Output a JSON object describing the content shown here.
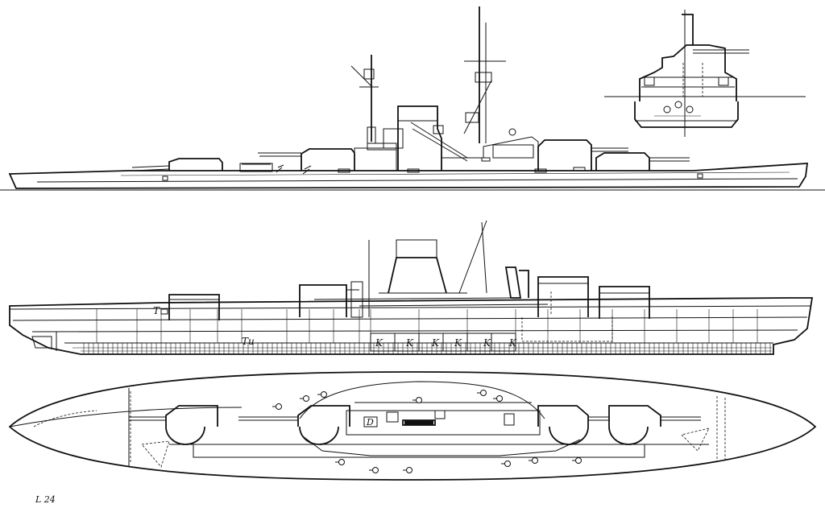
{
  "drawing": {
    "plate_code": "L 24",
    "labels": {
      "tu": "Tu",
      "t": "T",
      "k": "K",
      "d": "D"
    }
  }
}
